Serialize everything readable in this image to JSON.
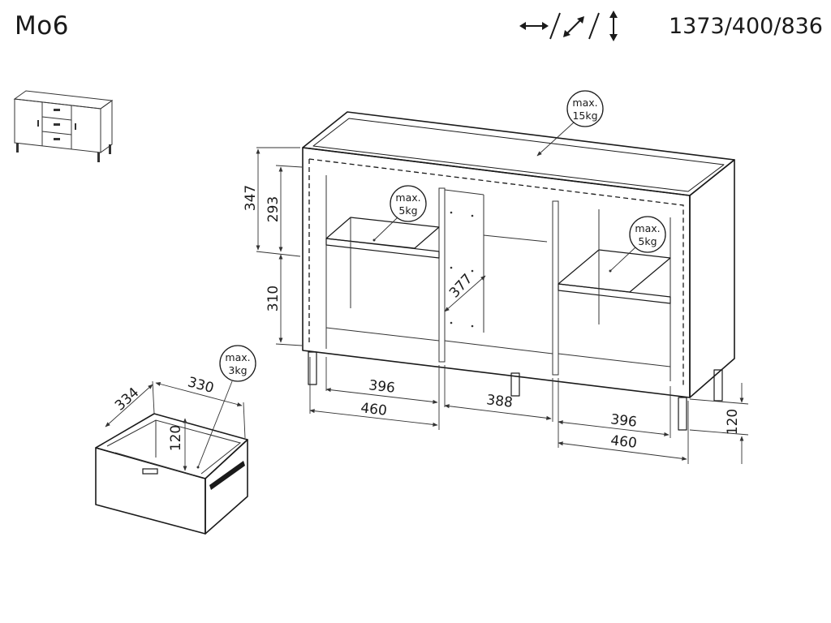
{
  "header": {
    "title": "Mo6",
    "dimensions": "1373/400/836",
    "dimension_icons": [
      "width-arrow-icon",
      "depth-arrow-icon",
      "height-arrow-icon"
    ]
  },
  "load_badges": [
    {
      "id": "top",
      "line1": "max.",
      "line2": "15kg"
    },
    {
      "id": "left-shelf",
      "line1": "max.",
      "line2": "5kg"
    },
    {
      "id": "right-shelf",
      "line1": "max.",
      "line2": "5kg"
    },
    {
      "id": "drawer",
      "line1": "max.",
      "line2": "3kg"
    }
  ],
  "dimensions": {
    "left_height_total": "347",
    "left_upper_clear": "293",
    "left_lower": "310",
    "diagonal_middle": "377",
    "left_inner_width": "396",
    "left_outer_width": "460",
    "middle_width": "388",
    "right_inner_width": "396",
    "right_outer_width": "460",
    "leg_height": "120",
    "drawer_depth": "334",
    "drawer_width": "330",
    "drawer_height": "120"
  }
}
